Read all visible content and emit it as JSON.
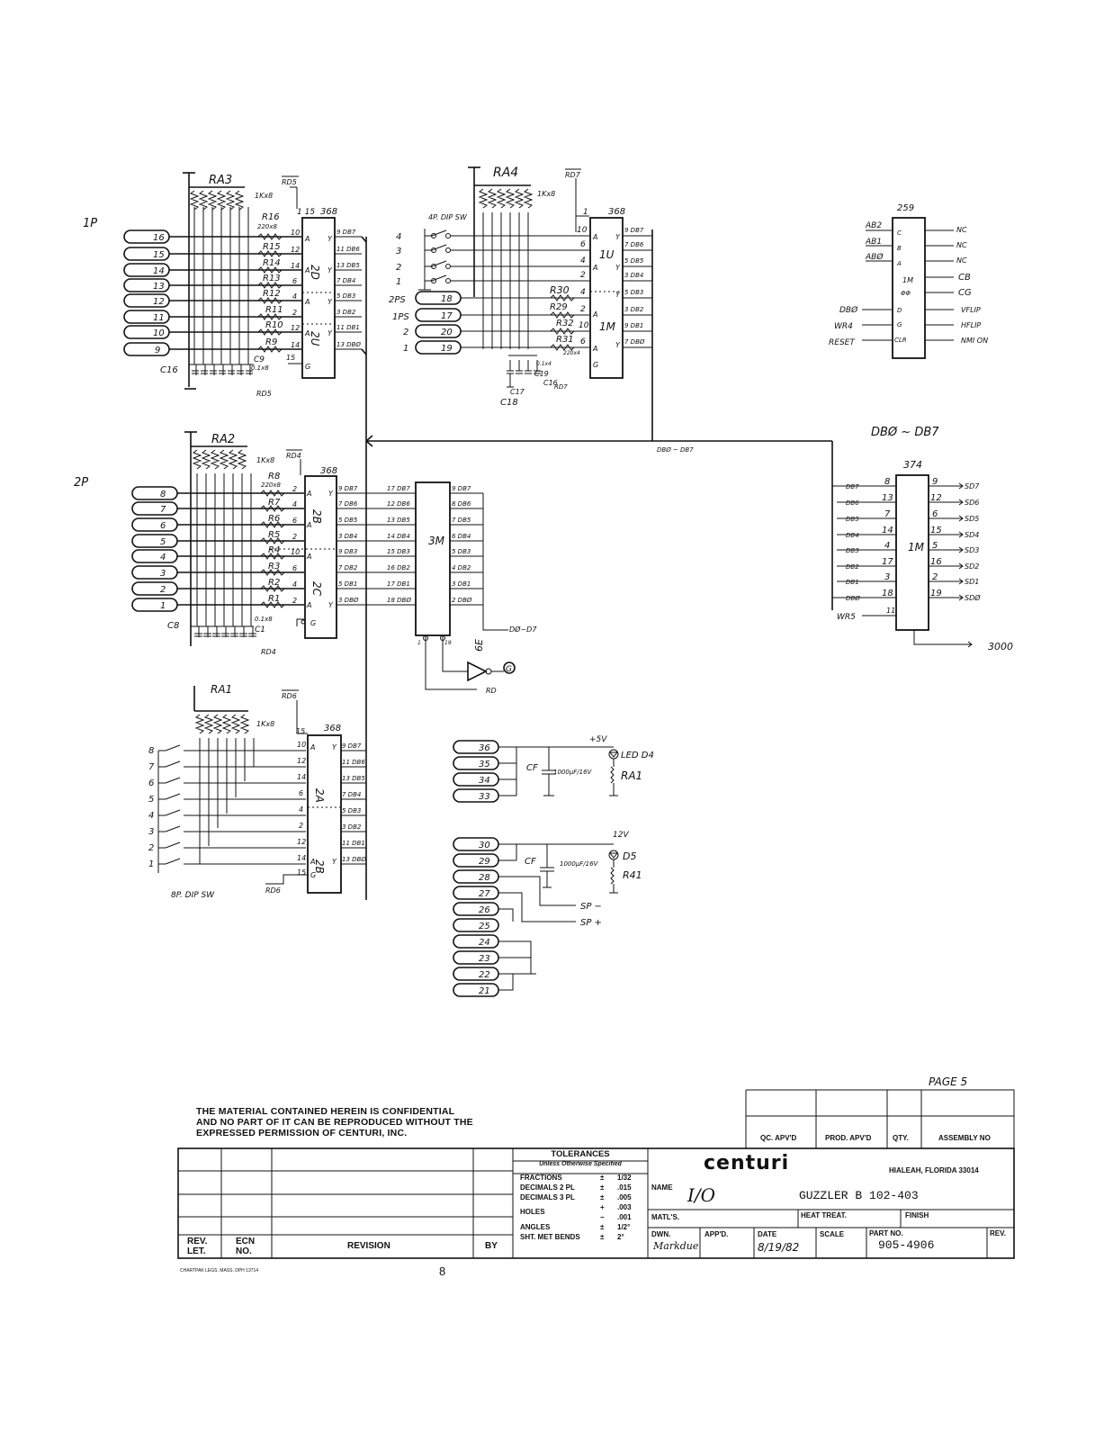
{
  "sheet": {
    "page_label": "PAGE 5",
    "page_number": "8",
    "confidential": [
      "THE MATERIAL CONTAINED HEREIN IS CONFIDENTIAL",
      "AND NO PART OF IT CAN BE REPRODUCED WITHOUT THE",
      "EXPRESSED PERMISSION OF CENTURI, INC."
    ],
    "tiny_print": "CHARTPAK LEGS. MASS. DPH 13714"
  },
  "section_labels": {
    "p1": "1P",
    "p2": "2P"
  },
  "title_block": {
    "approval_headers": [
      "QC. APV'D",
      "PROD. APV'D",
      "QTY.",
      "ASSEMBLY NO"
    ],
    "revision_headers": [
      "REV. LET.",
      "ECN NO.",
      "REVISION",
      "BY"
    ],
    "tolerances_title": "TOLERANCES",
    "tolerances_subtitle": "Unless Otherwise Specified",
    "tolerances": [
      {
        "label": "FRACTIONS",
        "sign": "±",
        "value": "1/32"
      },
      {
        "label": "DECIMALS 2 PL",
        "sign": "±",
        "value": ".015"
      },
      {
        "label": "DECIMALS 3 PL",
        "sign": "±",
        "value": ".005"
      },
      {
        "label": "HOLES",
        "sign": "+",
        "value": ".003"
      },
      {
        "label": "",
        "sign": "−",
        "value": ".001"
      },
      {
        "label": "ANGLES",
        "sign": "±",
        "value": "1/2°"
      },
      {
        "label": "SHT. MET BENDS",
        "sign": "±",
        "value": "2°"
      }
    ],
    "company": "centuri",
    "location": "HIALEAH, FLORIDA 33014",
    "name_label": "NAME",
    "name_value": "I/O",
    "product": "GUZZLER  B 102-403",
    "matls_label": "MATL'S.",
    "heat_treat_label": "HEAT TREAT.",
    "finish_label": "FINISH",
    "dwn_label": "DWN.",
    "dwn_value": "Markdue",
    "appd_label": "APP'D.",
    "date_label": "DATE",
    "date_value": "8/19/82",
    "scale_label": "SCALE",
    "part_no_label": "PART NO.",
    "part_no_value": "905-4906",
    "rev_label": "REV."
  },
  "schematic": {
    "packs": [
      {
        "name": "RA3",
        "value": "1Kx8"
      },
      {
        "name": "RA4",
        "value": "1Kx8"
      },
      {
        "name": "RA2",
        "value": "1Kx8"
      },
      {
        "name": "RA1",
        "value": "1Kx8"
      }
    ],
    "chips": [
      {
        "id": "2U",
        "type": "368",
        "select": "RD5"
      },
      {
        "id": "2D",
        "type": "368",
        "select": "RD5"
      },
      {
        "id": "1U",
        "type": "368",
        "select": "RD7"
      },
      {
        "id": "1M",
        "type": "368",
        "select": "RD7"
      },
      {
        "id": "2B",
        "type": "368",
        "select": "RD4"
      },
      {
        "id": "2C",
        "type": "368",
        "select": "RD4"
      },
      {
        "id": "3M",
        "type": "",
        "select": "RD"
      },
      {
        "id": "2A",
        "type": "368",
        "select": "RD6"
      },
      {
        "id": "2B",
        "type": "368",
        "select": "RD6"
      },
      {
        "id": "1M",
        "type": "374",
        "select": "WR5"
      },
      {
        "id": "1M",
        "type": "259",
        "select": "WR4"
      }
    ],
    "p1_connector": [
      "16",
      "15",
      "14",
      "13",
      "12",
      "11",
      "10",
      "9"
    ],
    "p1_resistors": [
      "R16",
      "R15",
      "R14",
      "R13",
      "R12",
      "R11",
      "R10",
      "R9"
    ],
    "p1_res_value": "220x8",
    "p2_connector": [
      "8",
      "7",
      "6",
      "5",
      "4",
      "3",
      "2",
      "1"
    ],
    "p2_resistors": [
      "R8",
      "R7",
      "R6",
      "R5",
      "R4",
      "R3",
      "R2",
      "R1"
    ],
    "p2_res_value": "220x8",
    "dip4_label": "4P. DIP SW",
    "dip4_pins": [
      "4",
      "3",
      "2",
      "1"
    ],
    "ps_labels": [
      "2PS",
      "1PS",
      "2",
      "1"
    ],
    "ps_connector": [
      "18",
      "17",
      "20",
      "19"
    ],
    "ra4_resistors": [
      "R30",
      "R29",
      "R32",
      "R31"
    ],
    "ra4_res_value": "220x4",
    "dip8_label": "8P. DIP SW",
    "dip8_pins": [
      "8",
      "7",
      "6",
      "5",
      "4",
      "3",
      "2",
      "1"
    ],
    "caps": {
      "c16": "C16",
      "c9": "C9",
      "c9v": "0.1x8",
      "c8": "C8",
      "c1": "C1",
      "c1v": "0.1x8",
      "c17": "C17",
      "c18": "C18",
      "c19": "C19",
      "c19v": "0.1x4",
      "c16b": "C16"
    },
    "bus_label": "DBØ ~ DB7",
    "bus_sub": "DBØ ~ DB7",
    "latch259": {
      "inputs": [
        "AB2",
        "AB1",
        "ABØ"
      ],
      "outputs": [
        "NC",
        "NC",
        "NC",
        "CB",
        "CG",
        "VFLIP",
        "HFLIP",
        "NMI ON"
      ],
      "controls": [
        "DBØ",
        "WR4",
        "RESET"
      ]
    },
    "latch374": {
      "inputs": [
        "DB7",
        "DB6",
        "DB5",
        "DB4",
        "DB3",
        "DB2",
        "DB1",
        "DBØ"
      ],
      "outputs": [
        "SD7",
        "SD6",
        "SD5",
        "SD4",
        "SD3",
        "SD2",
        "SD1",
        "SDØ"
      ],
      "clock": "WR5",
      "addr": "3000"
    },
    "buffer": {
      "out": "DØ~D7",
      "gate": "6E",
      "rd": "RD",
      "g": "G"
    },
    "power5v": {
      "pins": [
        "36",
        "35",
        "34",
        "33"
      ],
      "rail": "+5V",
      "cap_label": "CF",
      "cap_value": "1000μF/16V",
      "led": "LED D4",
      "res": "RA1"
    },
    "power12v": {
      "pins": [
        "30",
        "29",
        "28",
        "27",
        "26",
        "25",
        "24",
        "23",
        "22",
        "21"
      ],
      "rail": "12V",
      "cap_label": "CF",
      "cap_value": "1000μF/16V",
      "led": "D5",
      "res": "R41",
      "sp_minus": "SP −",
      "sp_plus": "SP +"
    }
  }
}
